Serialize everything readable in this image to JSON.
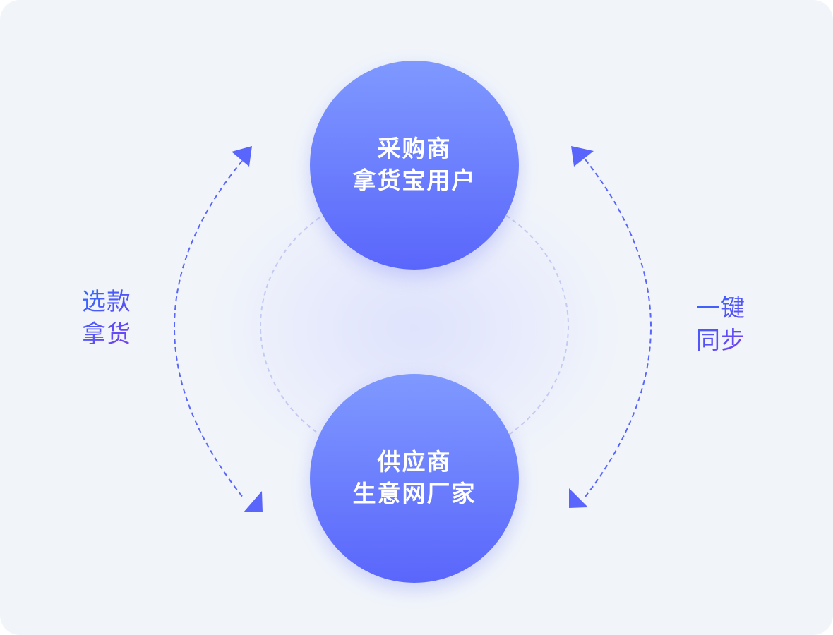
{
  "nodes": {
    "top": {
      "line1": "采购商",
      "line2": "拿货宝用户"
    },
    "bottom": {
      "line1": "供应商",
      "line2": "生意网厂家"
    }
  },
  "side_labels": {
    "left": {
      "line1": "选款",
      "line2": "拿货"
    },
    "right": {
      "line1": "一键",
      "line2": "同步"
    }
  },
  "colors": {
    "background": "#f1f5fa",
    "node_gradient_top": "#7f99ff",
    "node_gradient_bottom": "#5a66fb",
    "arrow": "#5a66fb",
    "label_gradient_start": "#2f6bff",
    "label_gradient_end": "#7a3cf2"
  }
}
